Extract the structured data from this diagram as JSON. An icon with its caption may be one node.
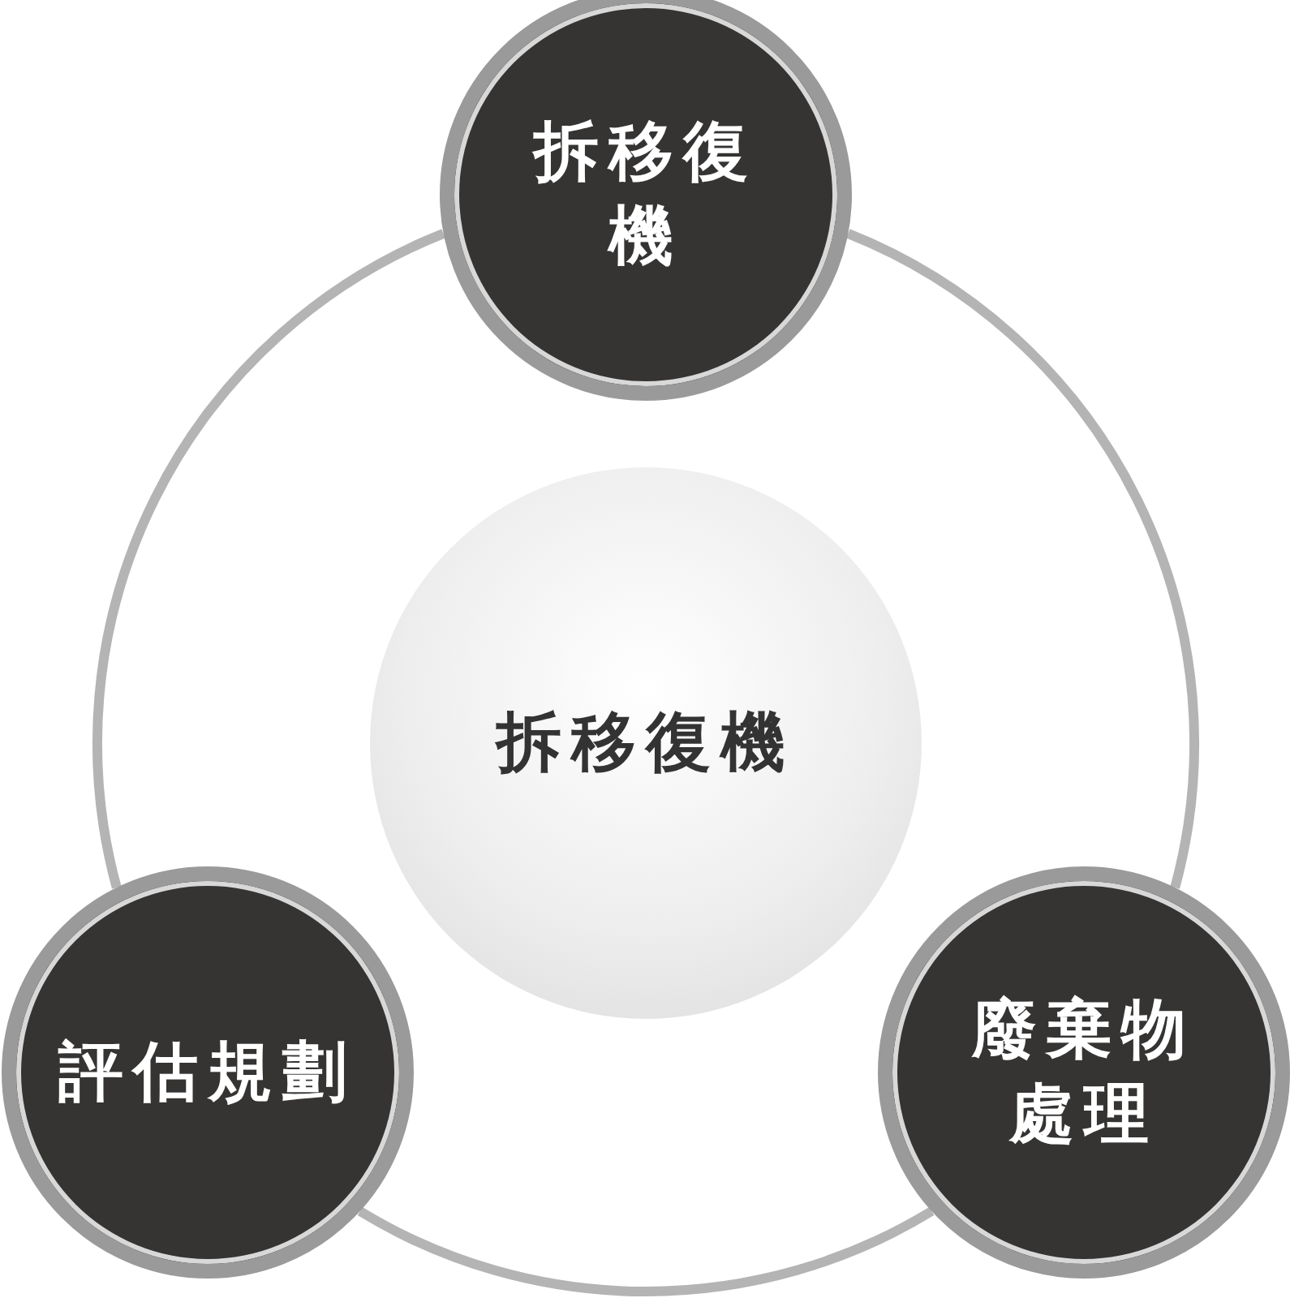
{
  "diagram": {
    "nodes": [
      {
        "text": [
          "拆移復機"
        ]
      },
      {
        "text": [
          "拆移復機"
        ]
      },
      {
        "text": [
          "評估規劃"
        ]
      },
      {
        "text": [
          "廢棄物處理"
        ]
      }
    ],
    "edges": [
      {
        "from": 0,
        "to": 3,
        "arrow": "none"
      },
      {
        "from": 3,
        "to": 2,
        "arrow": "none"
      },
      {
        "from": 2,
        "to": 0,
        "arrow": "none"
      }
    ]
  }
}
